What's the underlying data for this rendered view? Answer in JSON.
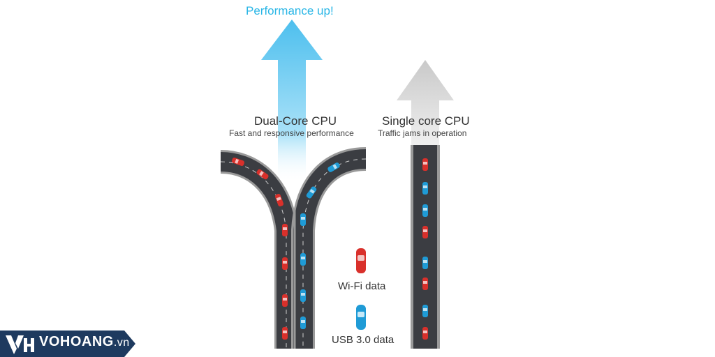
{
  "headline": "Performance up!",
  "dual_core": {
    "title": "Dual-Core CPU",
    "subtitle": "Fast and responsive performance"
  },
  "single_core": {
    "title": "Single core CPU",
    "subtitle": "Traffic jams  in operation"
  },
  "legend": {
    "wifi_label": "Wi-Fi data",
    "usb_label": "USB 3.0 data"
  },
  "logo": {
    "brand": "VOHOANG",
    "suffix": ".vn"
  },
  "colors": {
    "wifi_car": "#d9302b",
    "usb_car": "#1f9bd6",
    "road": "#3b3d42",
    "road_edge": "#9a9a9a",
    "arrow_up_blue": "#5cc8f2",
    "arrow_grey": "#d5d5d5",
    "logo_bg": "#1e3a5f"
  },
  "icons": [
    "arrow-up-icon",
    "car-icon",
    "logo-mark-icon"
  ]
}
